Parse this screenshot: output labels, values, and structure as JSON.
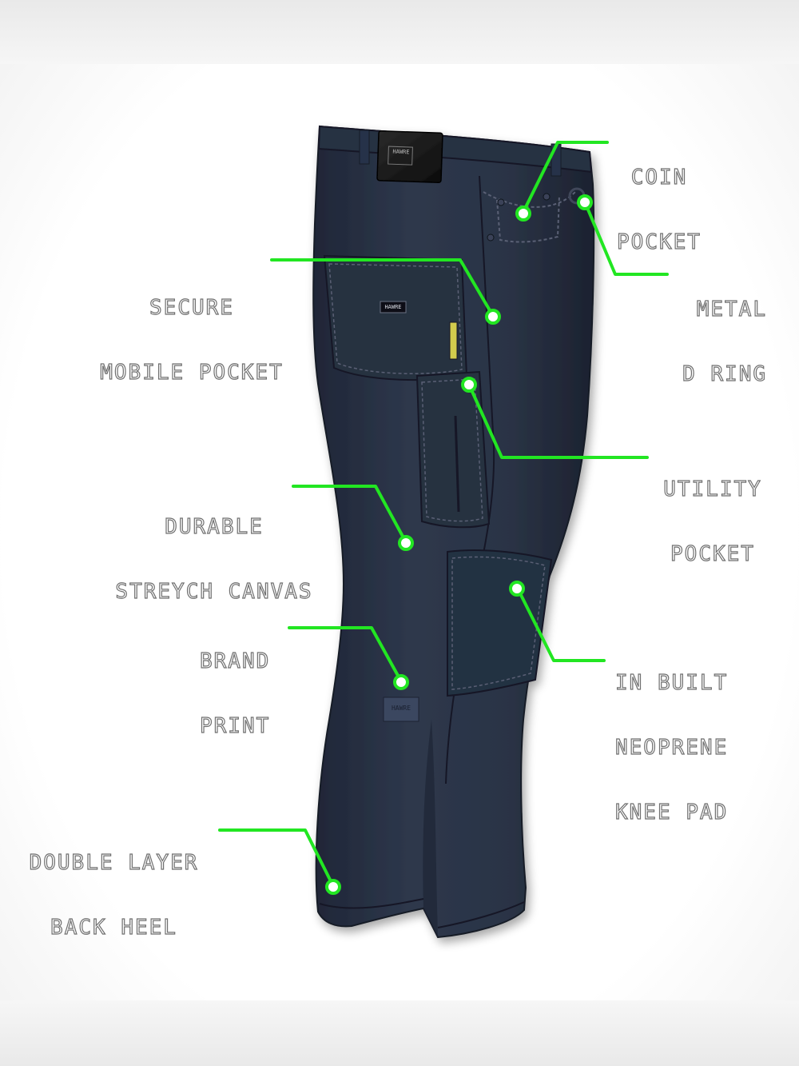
{
  "colors": {
    "accent": "#22e622",
    "garment": "#2b3446",
    "garment_shadow": "#1d2433",
    "stitch": "#5a6175",
    "label_patch": "#151515"
  },
  "brand": {
    "waist_patch_text": "HAWRE",
    "back_pocket_text": "HAWRE",
    "knee_print_text": "HAWRE"
  },
  "callouts": [
    {
      "id": "coin-pocket",
      "lines": [
        "COIN",
        "POCKET"
      ]
    },
    {
      "id": "metal-d-ring",
      "lines": [
        "METAL",
        "D RING"
      ]
    },
    {
      "id": "secure-mobile-pocket",
      "lines": [
        "SECURE",
        "MOBILE POCKET"
      ]
    },
    {
      "id": "utility-pocket",
      "lines": [
        "UTILITY",
        "POCKET"
      ]
    },
    {
      "id": "durable-stretch-canvas",
      "lines": [
        "DURABLE",
        "STREYCH CANVAS"
      ]
    },
    {
      "id": "brand-print",
      "lines": [
        "BRAND",
        "PRINT"
      ]
    },
    {
      "id": "knee-pad",
      "lines": [
        "IN BUILT",
        "NEOPRENE",
        "KNEE PAD"
      ]
    },
    {
      "id": "double-layer-back-heel",
      "lines": [
        "DOUBLE LAYER",
        "BACK HEEL"
      ]
    }
  ]
}
